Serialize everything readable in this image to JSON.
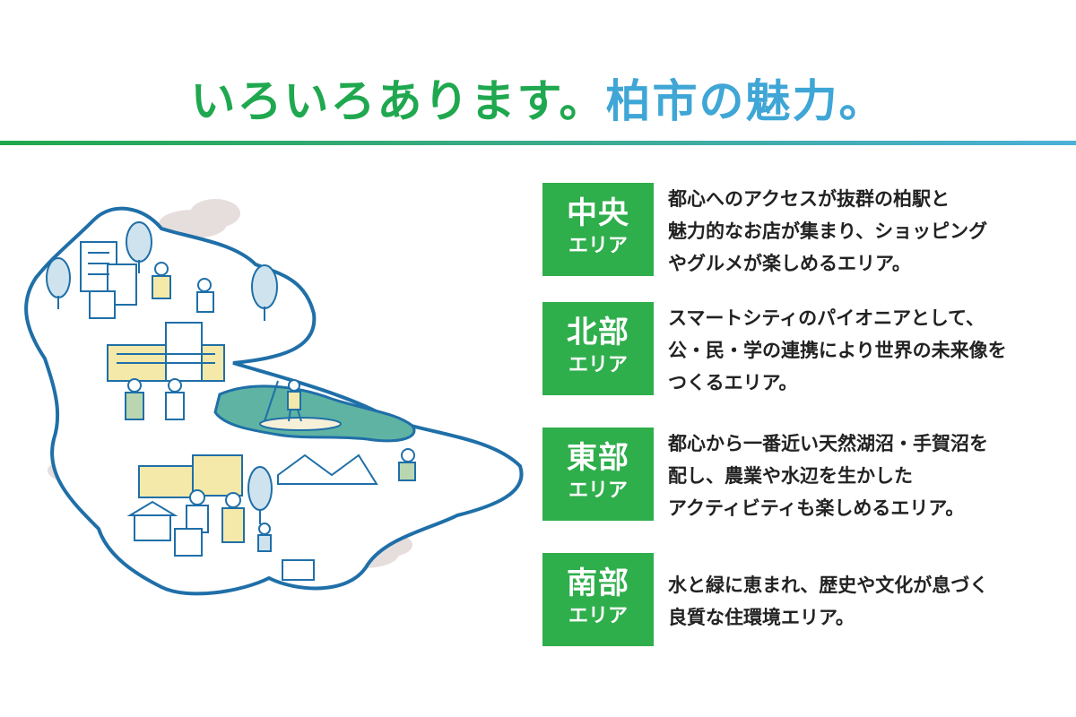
{
  "header": {
    "title_part1": "いろいろあります。",
    "title_part2": "柏市の魅力。"
  },
  "colors": {
    "green": "#2fae4c",
    "blue": "#3fa6d6",
    "water": "#5fb3a3"
  },
  "areas": [
    {
      "name": "中央",
      "sub": "エリア",
      "lines": [
        "都心へのアクセスが抜群の柏駅と",
        "魅力的なお店が集まり、ショッピング",
        "やグルメが楽しめるエリア。"
      ]
    },
    {
      "name": "北部",
      "sub": "エリア",
      "lines": [
        "スマートシティのパイオニアとして、",
        "公・民・学の連携により世界の未来像を",
        "つくるエリア。"
      ]
    },
    {
      "name": "東部",
      "sub": "エリア",
      "lines": [
        "都心から一番近い天然湖沼・手賀沼を",
        "配し、農業や水辺を生かした",
        "アクティビティも楽しめるエリア。"
      ]
    },
    {
      "name": "南部",
      "sub": "エリア",
      "lines": [
        "水と緑に恵まれ、歴史や文化が息づく",
        "良質な住環境エリア。"
      ]
    }
  ]
}
